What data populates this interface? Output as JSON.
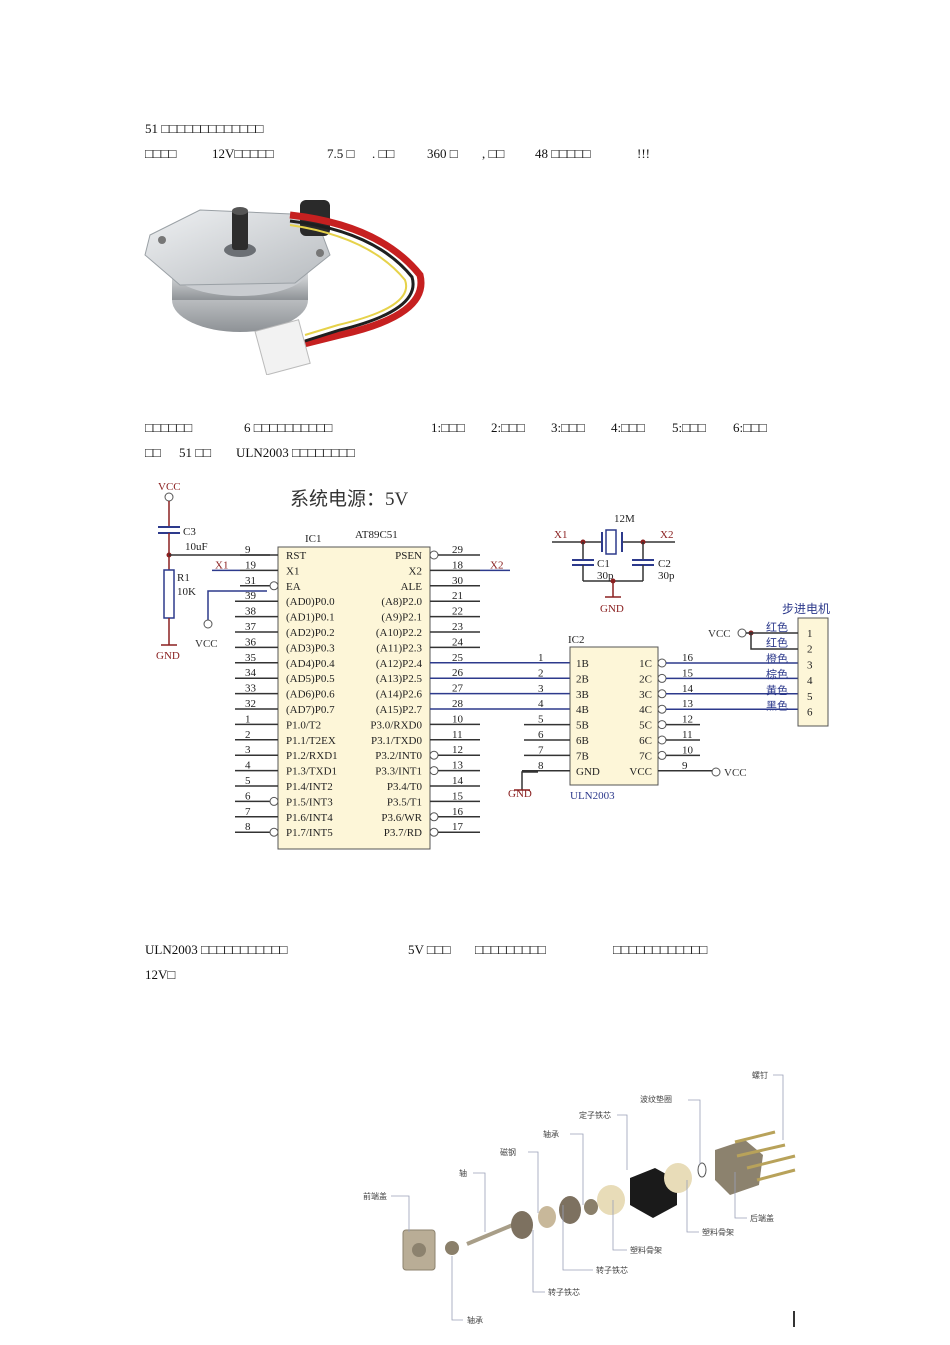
{
  "paragraphs": {
    "p1": {
      "text": "51 □□□□□□□□□□□□□"
    },
    "p2": {
      "segments": [
        "□□□□",
        "12V□□□□□",
        "7.5 □",
        ". □□",
        "360 □",
        ", □□",
        "48 □□□□□",
        "!!!"
      ]
    },
    "p3": {
      "segments": [
        "□□□□□□",
        "6 □□□□□□□□□□",
        "1:□□□",
        "2:□□□",
        "3:□□□",
        "4:□□□",
        "5:□□□",
        "6:□□□"
      ]
    },
    "p4": {
      "segments": [
        "□□",
        "51 □□",
        "ULN2003 □□□□□□□□"
      ]
    },
    "p5": {
      "segments": [
        "ULN2003 □□□□□□□□□□□",
        "5V □□□",
        "□□□□□□□□□",
        "□□□□□□□□□□□□"
      ]
    },
    "p6": {
      "text": "12V□"
    }
  },
  "motor_photo": {
    "alt": "stepper motor photo"
  },
  "schematic": {
    "title": "系统电源：5V",
    "vcc_label": "VCC",
    "gnd_label": "GND",
    "c3": {
      "name": "C3",
      "value": "10uF"
    },
    "r1": {
      "name": "R1",
      "value": "10K"
    },
    "ic1": {
      "ref": "IC1",
      "part": "AT89C51",
      "left_pins": [
        {
          "num": "9",
          "name": "RST"
        },
        {
          "num": "19",
          "name": "X1",
          "net": "X1"
        },
        {
          "num": "31",
          "name": "EA"
        },
        {
          "num": "39",
          "name": "(AD0)P0.0"
        },
        {
          "num": "38",
          "name": "(AD1)P0.1"
        },
        {
          "num": "37",
          "name": "(AD2)P0.2"
        },
        {
          "num": "36",
          "name": "(AD3)P0.3"
        },
        {
          "num": "35",
          "name": "(AD4)P0.4"
        },
        {
          "num": "34",
          "name": "(AD5)P0.5"
        },
        {
          "num": "33",
          "name": "(AD6)P0.6"
        },
        {
          "num": "32",
          "name": "(AD7)P0.7"
        },
        {
          "num": "1",
          "name": "P1.0/T2"
        },
        {
          "num": "2",
          "name": "P1.1/T2EX"
        },
        {
          "num": "3",
          "name": "P1.2/RXD1"
        },
        {
          "num": "4",
          "name": "P1.3/TXD1"
        },
        {
          "num": "5",
          "name": "P1.4/INT2"
        },
        {
          "num": "6",
          "name": "P1.5/INT3"
        },
        {
          "num": "7",
          "name": "P1.6/INT4"
        },
        {
          "num": "8",
          "name": "P1.7/INT5"
        }
      ],
      "right_pins": [
        {
          "num": "29",
          "name": "PSEN"
        },
        {
          "num": "18",
          "name": "X2",
          "net": "X2"
        },
        {
          "num": "30",
          "name": "ALE"
        },
        {
          "num": "21",
          "name": "(A8)P2.0"
        },
        {
          "num": "22",
          "name": "(A9)P2.1"
        },
        {
          "num": "23",
          "name": "(A10)P2.2"
        },
        {
          "num": "24",
          "name": "(A11)P2.3"
        },
        {
          "num": "25",
          "name": "(A12)P2.4"
        },
        {
          "num": "26",
          "name": "(A13)P2.5"
        },
        {
          "num": "27",
          "name": "(A14)P2.6"
        },
        {
          "num": "28",
          "name": "(A15)P2.7"
        },
        {
          "num": "10",
          "name": "P3.0/RXD0"
        },
        {
          "num": "11",
          "name": "P3.1/TXD0"
        },
        {
          "num": "12",
          "name": "P3.2/INT0"
        },
        {
          "num": "13",
          "name": "P3.3/INT1"
        },
        {
          "num": "14",
          "name": "P3.4/T0"
        },
        {
          "num": "15",
          "name": "P3.5/T1"
        },
        {
          "num": "16",
          "name": "P3.6/WR"
        },
        {
          "num": "17",
          "name": "P3.7/RD"
        }
      ]
    },
    "crystal": {
      "value": "12M",
      "net_left": "X1",
      "net_right": "X2",
      "c1": {
        "name": "C1",
        "value": "30p"
      },
      "c2": {
        "name": "C2",
        "value": "30p"
      }
    },
    "ic2": {
      "ref": "IC2",
      "part": "ULN2003",
      "left_pins": [
        {
          "num": "1",
          "name": "1B"
        },
        {
          "num": "2",
          "name": "2B"
        },
        {
          "num": "3",
          "name": "3B"
        },
        {
          "num": "4",
          "name": "4B"
        },
        {
          "num": "5",
          "name": "5B"
        },
        {
          "num": "6",
          "name": "6B"
        },
        {
          "num": "7",
          "name": "7B"
        },
        {
          "num": "8",
          "name": "GND"
        }
      ],
      "right_pins": [
        {
          "num": "16",
          "name": "1C"
        },
        {
          "num": "15",
          "name": "2C"
        },
        {
          "num": "14",
          "name": "3C"
        },
        {
          "num": "13",
          "name": "4C"
        },
        {
          "num": "12",
          "name": "5C"
        },
        {
          "num": "11",
          "name": "6C"
        },
        {
          "num": "10",
          "name": "7C"
        },
        {
          "num": "9",
          "name": "VCC"
        }
      ]
    },
    "motor_connector": {
      "title": "步进电机",
      "pins": [
        {
          "num": "1",
          "wire": "红色"
        },
        {
          "num": "2",
          "wire": "红色"
        },
        {
          "num": "3",
          "wire": "橙色"
        },
        {
          "num": "4",
          "wire": "棕色"
        },
        {
          "num": "5",
          "wire": "黄色"
        },
        {
          "num": "6",
          "wire": "黑色"
        }
      ]
    }
  },
  "exploded_view": {
    "labels": {
      "screw": "螺钉",
      "wave_washer": "波纹垫圈",
      "stator_core": "定子铁芯",
      "bearing_top": "轴承",
      "magnet": "磁钢",
      "shaft": "轴",
      "front_cover": "前端盖",
      "rear_cover": "后端盖",
      "plastic_frame_1": "塑料骨架",
      "plastic_frame_2": "塑料骨架",
      "rotor_core_1": "转子铁芯",
      "rotor_core_2": "转子铁芯",
      "bearing_bottom": "轴承"
    }
  }
}
